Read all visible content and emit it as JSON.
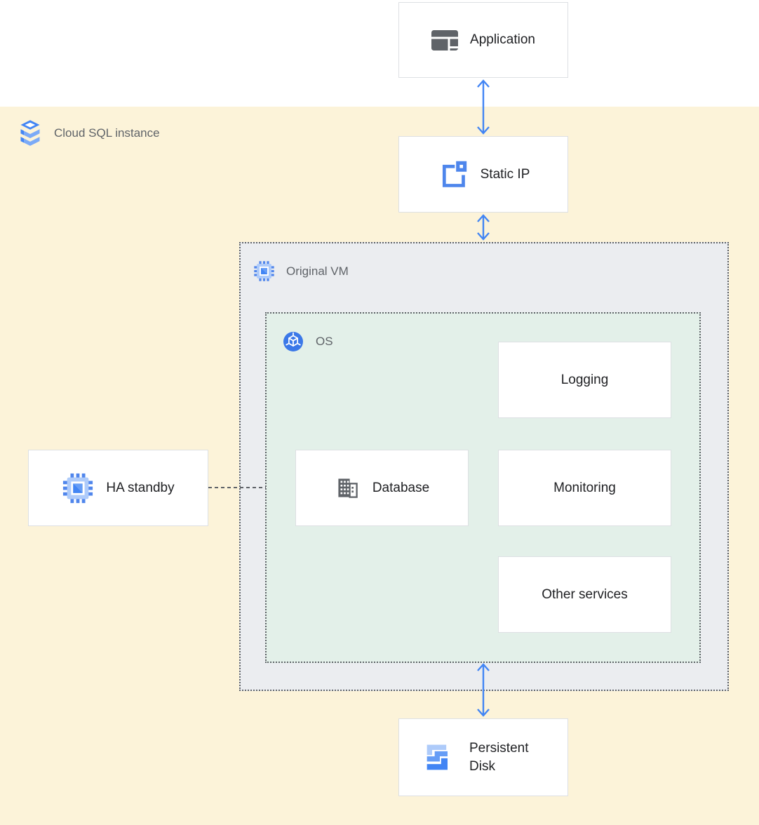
{
  "regions": {
    "cloud_sql": {
      "label": "Cloud SQL instance",
      "icon": "cloud-sql-layers-icon",
      "background": "#fcf3d9"
    },
    "original_vm": {
      "label": "Original VM",
      "icon": "compute-engine-chip-icon",
      "background": "#ebedf0"
    },
    "os": {
      "label": "OS",
      "icon": "os-cube-circle-icon",
      "background": "#e3f0e9"
    }
  },
  "nodes": {
    "application": {
      "label": "Application",
      "icon": "app-window-icon"
    },
    "static_ip": {
      "label": "Static IP",
      "icon": "external-ip-icon"
    },
    "ha_standby": {
      "label": "HA standby",
      "icon": "compute-engine-chip-icon"
    },
    "database": {
      "label": "Database",
      "icon": "database-building-icon"
    },
    "logging": {
      "label": "Logging"
    },
    "monitoring": {
      "label": "Monitoring"
    },
    "other_services": {
      "label": "Other services"
    },
    "persistent_disk": {
      "label": "Persistent Disk",
      "icon": "persistent-disk-steps-icon"
    }
  },
  "connections": {
    "application_static_ip": "double-arrow",
    "static_ip_original_vm": "double-arrow",
    "os_persistent_disk": "double-arrow",
    "ha_standby_original_vm": "dashed-line"
  },
  "colors": {
    "background_top": "#ffffff",
    "cloud_sql_region": "#fcf3d9",
    "vm_region": "#ebedf0",
    "os_region": "#e3f0e9",
    "arrow_blue": "#4285f4",
    "box_border": "#dde0e3",
    "dotted_border": "#5f6368",
    "node_label_text": "#202124",
    "region_label_text": "#5f6368",
    "icon_gray": "#5f6368",
    "icon_blue_light": "#aecbfa",
    "icon_blue_mid": "#669df6",
    "icon_blue_dark": "#4285f4"
  }
}
